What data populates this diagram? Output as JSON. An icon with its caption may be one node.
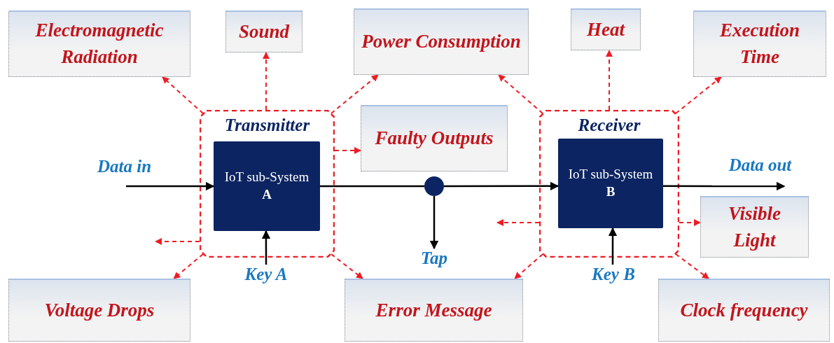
{
  "diagram": {
    "nodes": [
      {
        "text": [
          "Electromagnetic Radiation"
        ]
      },
      {
        "text": [
          "Sound"
        ]
      },
      {
        "text": [
          "Power Consumption"
        ]
      },
      {
        "text": [
          "Heat"
        ]
      },
      {
        "text": [
          "Execution Time"
        ]
      },
      {
        "text": [
          "Transmitter"
        ]
      },
      {
        "text": [
          "IoT sub-System",
          "A"
        ],
        "in": 5
      },
      {
        "text": [
          "Faulty Outputs"
        ]
      },
      {
        "text": [
          "Receiver"
        ]
      },
      {
        "text": [
          "IoT sub-System",
          "B"
        ],
        "in": 8
      },
      {
        "text": [
          "Data in"
        ]
      },
      {
        "text": [
          "Data out"
        ]
      },
      {
        "text": [],
        "shape": "circle"
      },
      {
        "text": [
          "Visible Light"
        ]
      },
      {
        "text": [
          "Tap"
        ]
      },
      {
        "text": [
          "Key A"
        ]
      },
      {
        "text": [
          "Key B"
        ]
      },
      {
        "text": [
          "Voltage Drops"
        ]
      },
      {
        "text": [
          "Error Message"
        ]
      },
      {
        "text": [
          "Clock frequency"
        ]
      }
    ],
    "edges": [
      {
        "from": 10,
        "to": 6,
        "arrow": "to",
        "color": "#000000"
      },
      {
        "from": 6,
        "to": 12,
        "arrow": "none",
        "color": "#000000"
      },
      {
        "from": 12,
        "to": 9,
        "arrow": "to",
        "color": "#000000"
      },
      {
        "from": 12,
        "to": 14,
        "arrow": "to",
        "color": "#000000"
      },
      {
        "from": 9,
        "to": 11,
        "arrow": "to",
        "color": "#000000"
      },
      {
        "from": 15,
        "to": 6,
        "arrow": "to",
        "color": "#000000"
      },
      {
        "from": 16,
        "to": 9,
        "arrow": "to",
        "color": "#000000"
      },
      {
        "from": 5,
        "to": 0,
        "arrow": "to",
        "style": "dashed"
      },
      {
        "from": 5,
        "to": 1,
        "arrow": "to",
        "style": "dashed"
      },
      {
        "from": 5,
        "to": 2,
        "arrow": "to",
        "style": "dashed"
      },
      {
        "from": 5,
        "to": 7,
        "arrow": "to",
        "style": "dashed"
      },
      {
        "from": 5,
        "to": null,
        "arrow": "to",
        "style": "dashed"
      },
      {
        "from": 5,
        "to": 17,
        "arrow": "to",
        "style": "dashed"
      },
      {
        "from": 5,
        "to": 18,
        "arrow": "to",
        "style": "dashed"
      },
      {
        "from": 8,
        "to": 2,
        "arrow": "to",
        "style": "dashed"
      },
      {
        "from": 8,
        "to": 3,
        "arrow": "to",
        "style": "dashed"
      },
      {
        "from": 8,
        "to": 4,
        "arrow": "to",
        "style": "dashed"
      },
      {
        "from": 8,
        "to": 13,
        "arrow": "to",
        "style": "dashed"
      },
      {
        "from": 8,
        "to": null,
        "arrow": "to",
        "style": "dashed"
      },
      {
        "from": 8,
        "to": 18,
        "arrow": "to",
        "style": "dashed"
      },
      {
        "from": 8,
        "to": 19,
        "arrow": "to",
        "style": "dashed"
      }
    ]
  }
}
